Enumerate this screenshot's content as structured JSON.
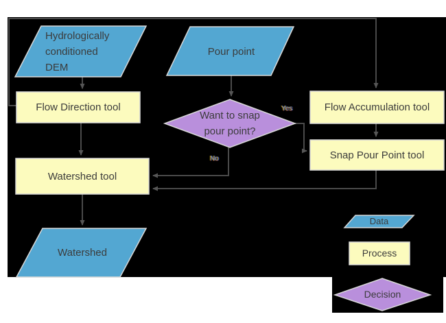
{
  "colors": {
    "page_bg": "#ffffff",
    "diagram_bg": "#000000",
    "data_fill": "#53A7D2",
    "process_fill": "#FCFBBE",
    "decision_fill": "#B98FDC",
    "shape_border": "#d8d8d8",
    "connector": "#4a4a4a",
    "text": "#3b3b3b"
  },
  "nodes": {
    "dem": {
      "type": "data",
      "label_lines": [
        "Hydrologically",
        "conditioned",
        "DEM"
      ]
    },
    "pour_point": {
      "type": "data",
      "label": "Pour point"
    },
    "flow_direction": {
      "type": "process",
      "label": "Flow Direction tool"
    },
    "flow_accumulation": {
      "type": "process",
      "label": "Flow Accumulation tool"
    },
    "snap_pour_point": {
      "type": "process",
      "label": "Snap Pour Point tool"
    },
    "decision": {
      "type": "decision",
      "label_lines": [
        "Want to snap",
        "pour point?"
      ]
    },
    "watershed_tool": {
      "type": "process",
      "label": "Watershed tool"
    },
    "watershed": {
      "type": "data",
      "label": "Watershed"
    }
  },
  "edge_labels": {
    "yes": "Yes",
    "no": "No"
  },
  "legend": {
    "data": {
      "label": "Data"
    },
    "process": {
      "label": "Process"
    },
    "decision": {
      "label": "Decision"
    }
  }
}
